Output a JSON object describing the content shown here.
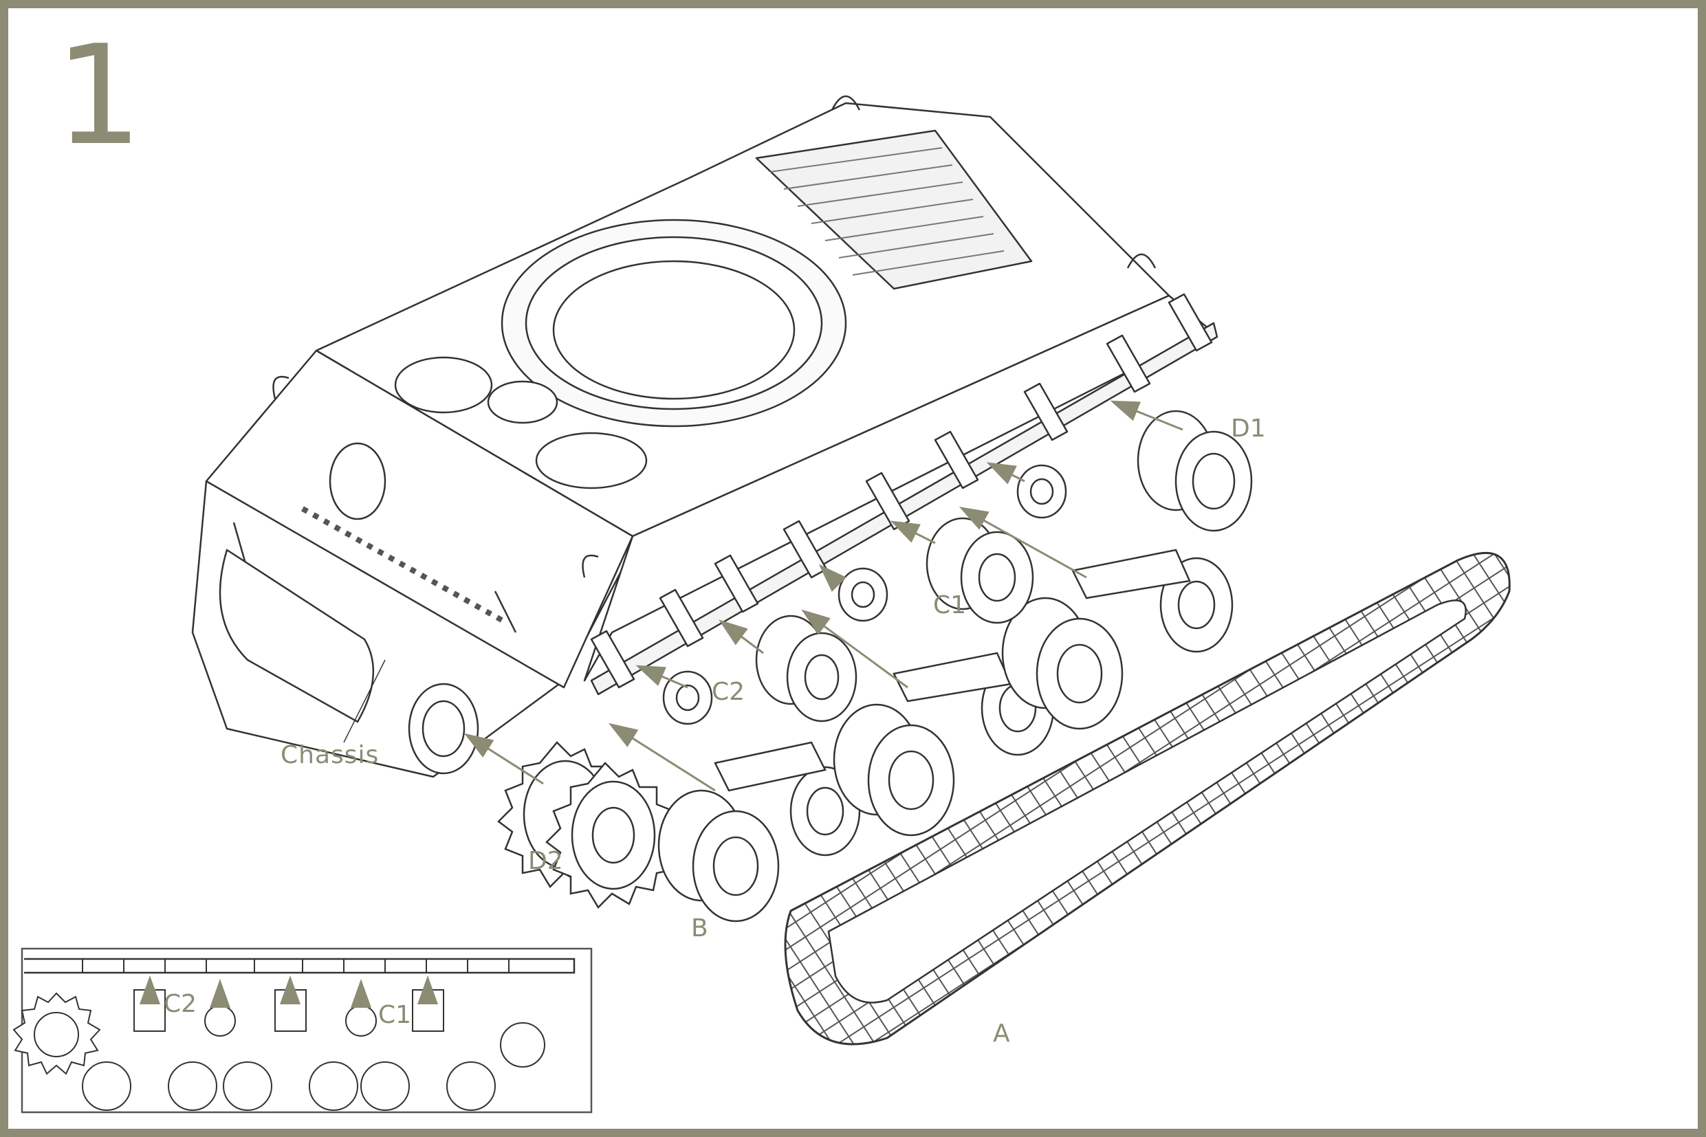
{
  "step": {
    "number": "1"
  },
  "labels": {
    "chassis": "Chassis",
    "d1": "D1",
    "c1": "C1",
    "c2": "C2",
    "d2": "D2",
    "b": "B",
    "a": "A"
  },
  "inset": {
    "c2": "C2",
    "c1": "C1"
  },
  "colors": {
    "frame": "#8c8b74",
    "line": "#333333",
    "arrow": "#8c8b74"
  }
}
